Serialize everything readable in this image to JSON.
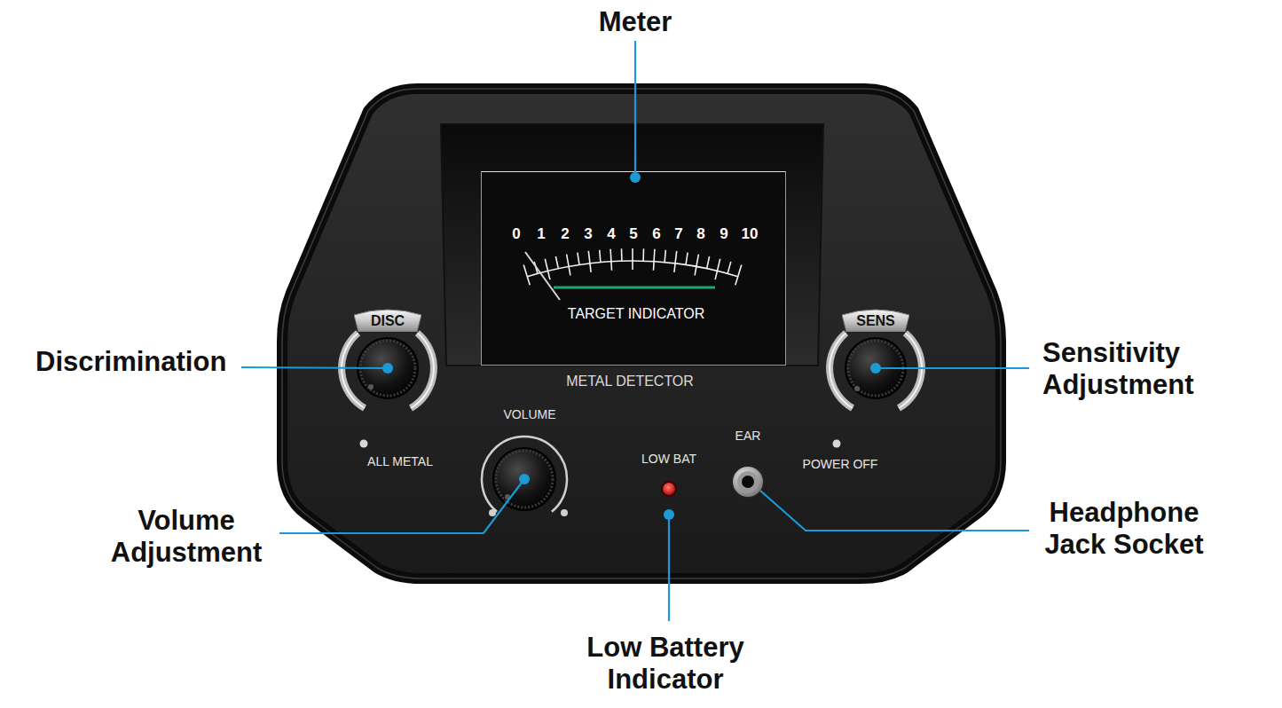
{
  "diagram": {
    "nodes": [
      {
        "text": [
          "METAL DETECTOR",
          "VOLUME",
          "LOW BAT",
          "EAR",
          "ALL METAL",
          "POWER OFF"
        ]
      },
      {
        "text": [
          "0",
          "1",
          "2",
          "3",
          "4",
          "5",
          "6",
          "7",
          "8",
          "9",
          "10",
          "TARGET INDICATOR"
        ],
        "in": 0
      },
      {
        "text": [
          "DISC"
        ],
        "in": 0
      },
      {
        "text": [
          "SENS"
        ],
        "in": 0
      }
    ],
    "labels": [
      "Meter",
      "Discrimination",
      "Sensitivity Adjustment",
      "Volume Adjustment",
      "Low Battery Indicator",
      "Headphone Jack Socket"
    ]
  }
}
